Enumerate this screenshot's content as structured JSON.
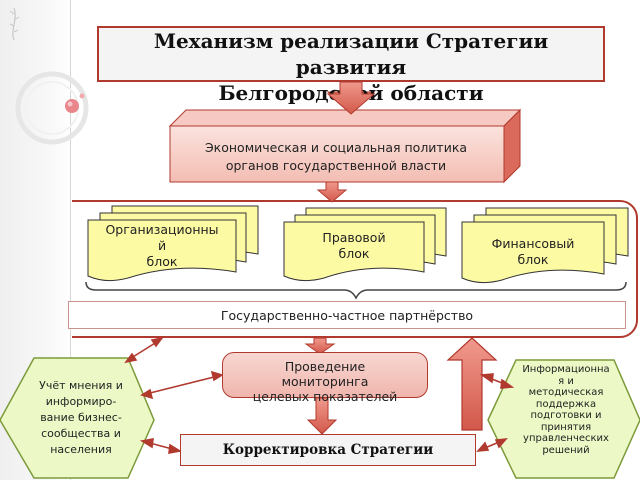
{
  "title": {
    "line1": "Механизм реализации Стратегии",
    "line2": "развития",
    "line3": "Белгородской области"
  },
  "economic_policy": {
    "line1": "Экономическая и социальная политика",
    "line2": "органов государственной власти"
  },
  "blocks": {
    "organizational": {
      "line1": "Организационны",
      "line2": "й",
      "line3": "блок"
    },
    "legal": {
      "line1": "Правовой",
      "line2": "блок"
    },
    "financial": {
      "line1": "Финансовый",
      "line2": "блок"
    }
  },
  "partnership": "Государственно-частное партнёрство",
  "monitoring": {
    "line1": "Проведение",
    "line2": "мониторинга",
    "line3": "целевых показателей"
  },
  "correction": "Корректировка Стратегии",
  "left_hexagon": {
    "line1": "Учёт мнения и",
    "line2": "информиро-",
    "line3": "вание бизнес-",
    "line4": "сообщества и",
    "line5": "населения"
  },
  "right_hexagon": {
    "line1": "Информационна",
    "line2": "я и",
    "line3": "методическая",
    "line4": "поддержка",
    "line5": "подготовки и",
    "line6": "принятия",
    "line7": "управленческих",
    "line8": "решений"
  },
  "colors": {
    "border_red": "#b13a2e",
    "arrow_fill": "#e07a6c",
    "doc_yellow": "#fdfaa4",
    "hexagon_green": "#ecf9c6",
    "pink_box": "#f6c9c2"
  }
}
